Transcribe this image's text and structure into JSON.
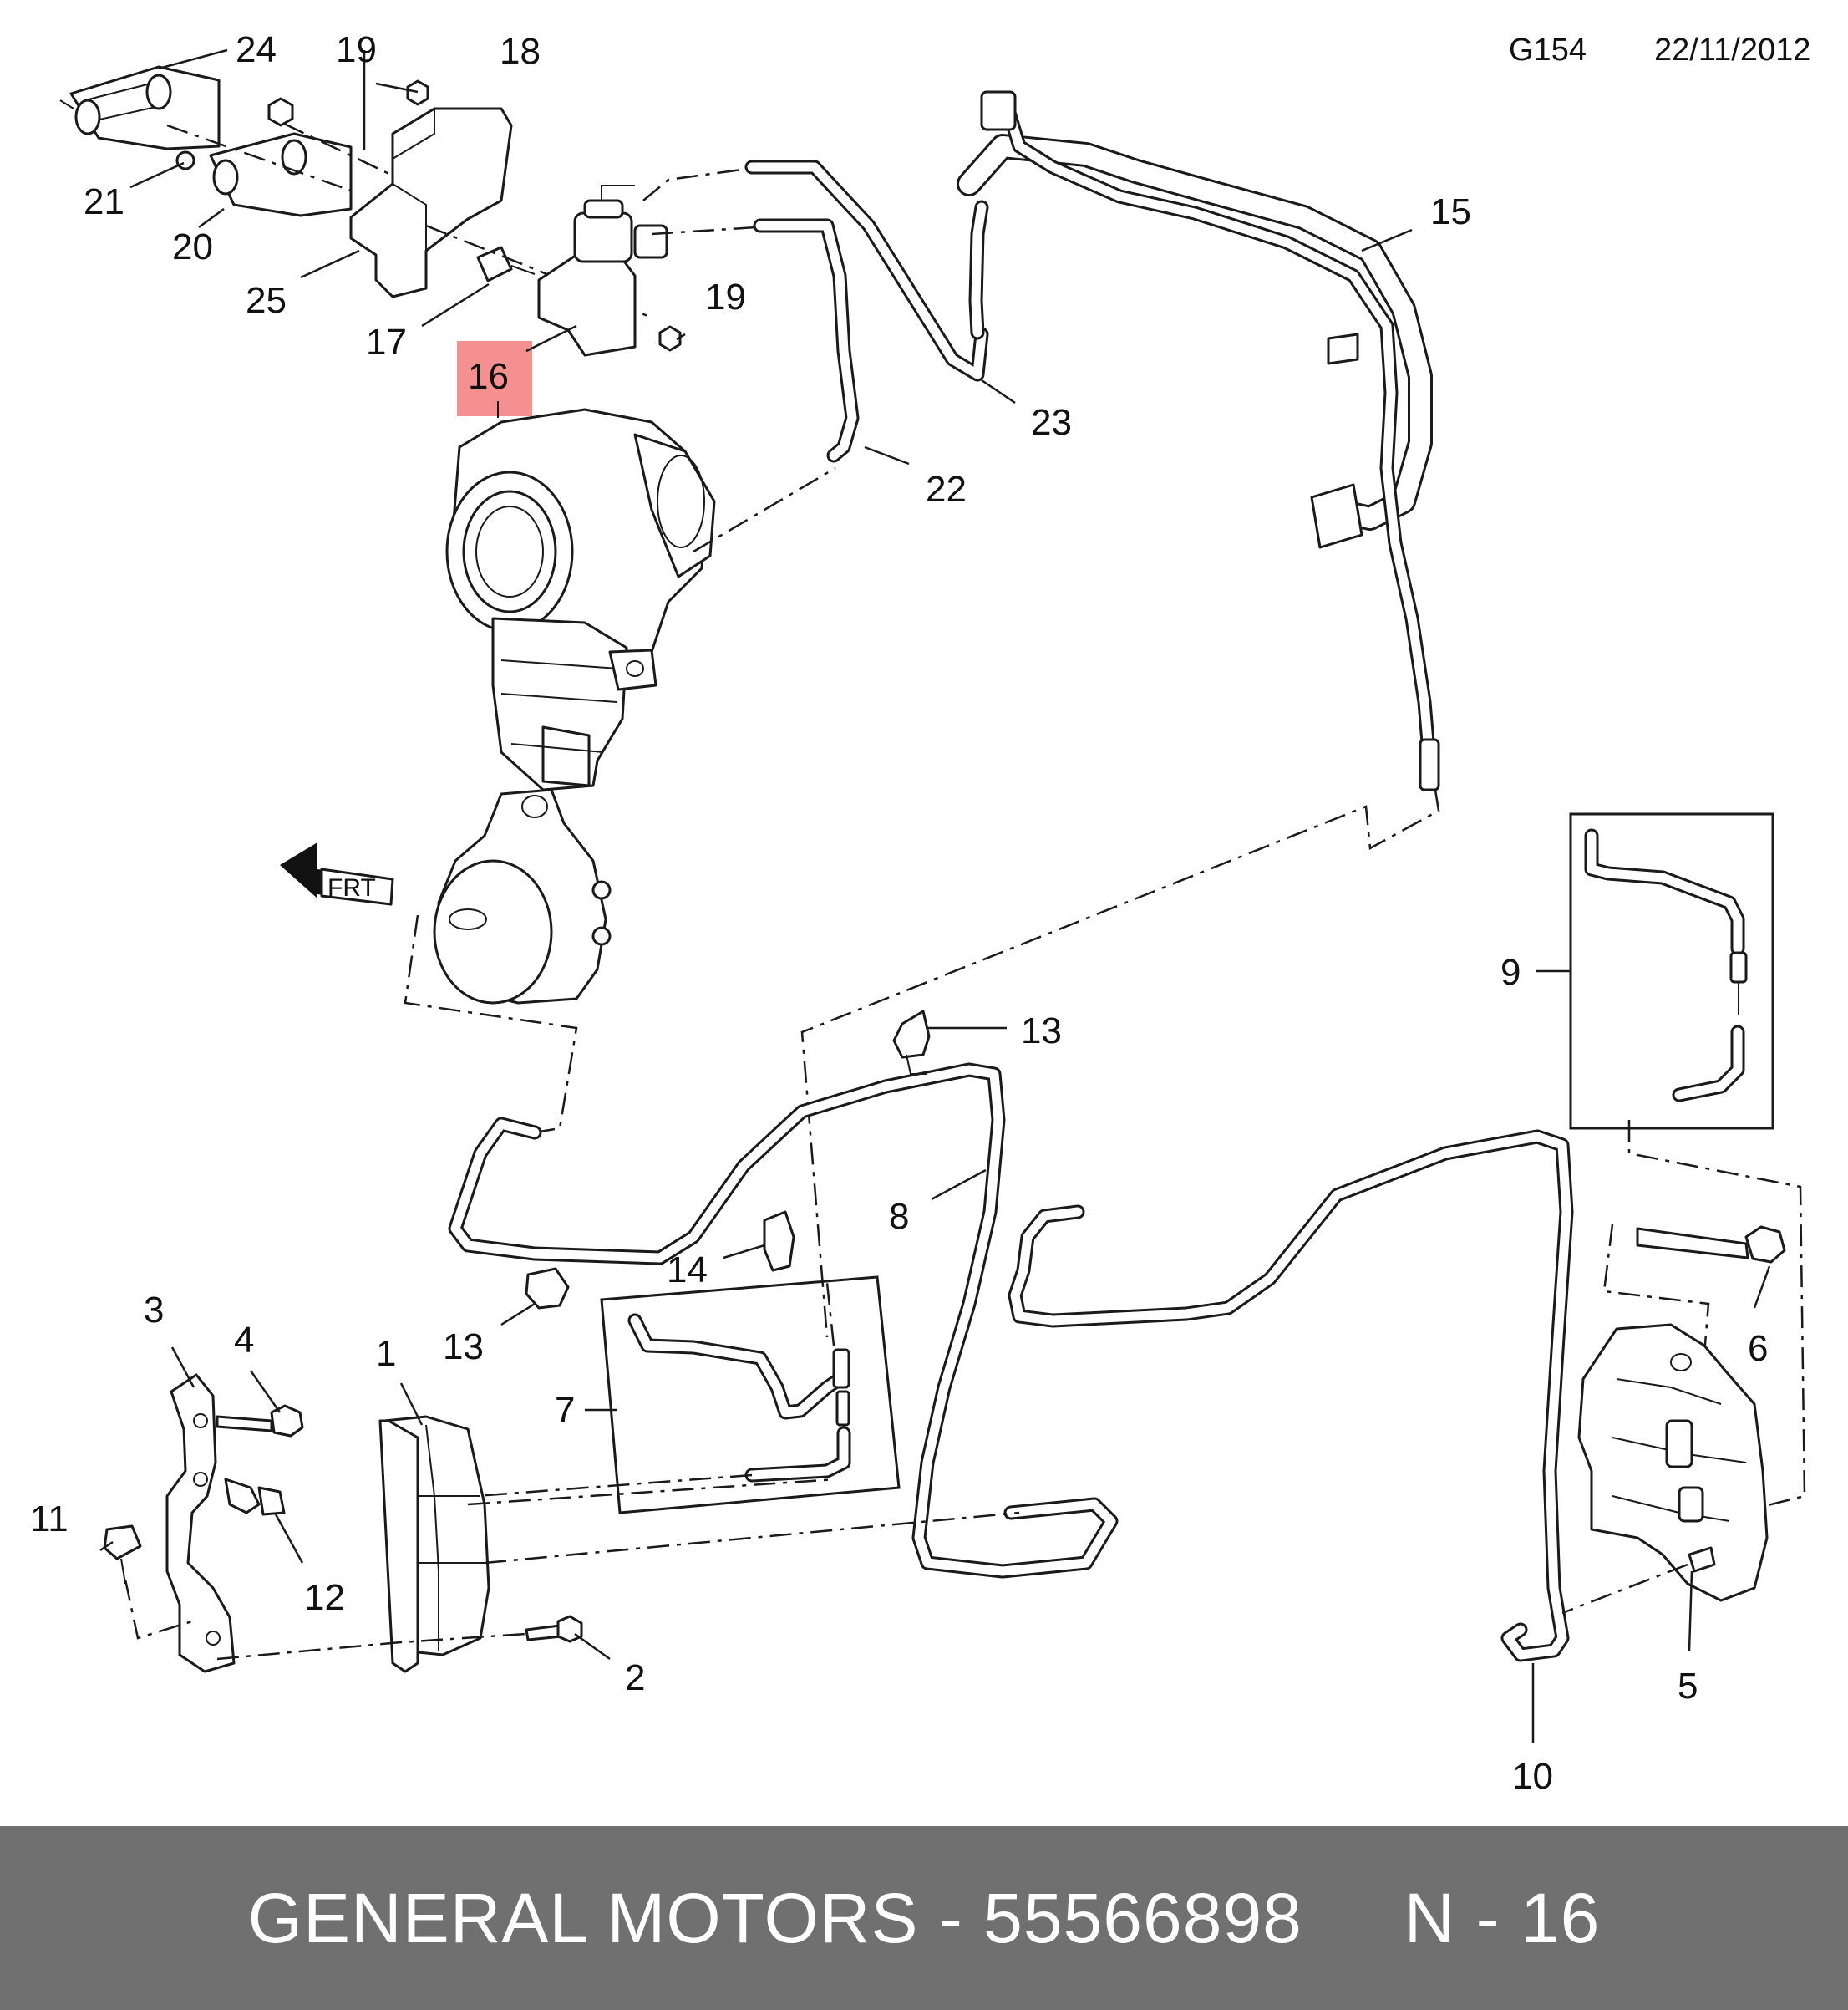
{
  "header": {
    "code": "G154",
    "date": "22/11/2012"
  },
  "highlight": {
    "number": "16",
    "color": "#f49090"
  },
  "callouts": [
    {
      "id": "c24",
      "number": "24"
    },
    {
      "id": "c19a",
      "number": "19"
    },
    {
      "id": "c18",
      "number": "18"
    },
    {
      "id": "c21",
      "number": "21"
    },
    {
      "id": "c20",
      "number": "20"
    },
    {
      "id": "c25",
      "number": "25"
    },
    {
      "id": "c17",
      "number": "17"
    },
    {
      "id": "c19b",
      "number": "19"
    },
    {
      "id": "c15",
      "number": "15"
    },
    {
      "id": "c23",
      "number": "23"
    },
    {
      "id": "c22",
      "number": "22"
    },
    {
      "id": "c9",
      "number": "9"
    },
    {
      "id": "c13a",
      "number": "13"
    },
    {
      "id": "c8",
      "number": "8"
    },
    {
      "id": "c14",
      "number": "14"
    },
    {
      "id": "c13b",
      "number": "13"
    },
    {
      "id": "c3",
      "number": "3"
    },
    {
      "id": "c4",
      "number": "4"
    },
    {
      "id": "c1",
      "number": "1"
    },
    {
      "id": "c7",
      "number": "7"
    },
    {
      "id": "c6",
      "number": "6"
    },
    {
      "id": "c11",
      "number": "11"
    },
    {
      "id": "c12",
      "number": "12"
    },
    {
      "id": "c2",
      "number": "2"
    },
    {
      "id": "c5",
      "number": "5"
    },
    {
      "id": "c10",
      "number": "10"
    }
  ],
  "footer": {
    "brand": "GENERAL MOTORS",
    "part_number": "55566898",
    "item": "N - 16"
  }
}
